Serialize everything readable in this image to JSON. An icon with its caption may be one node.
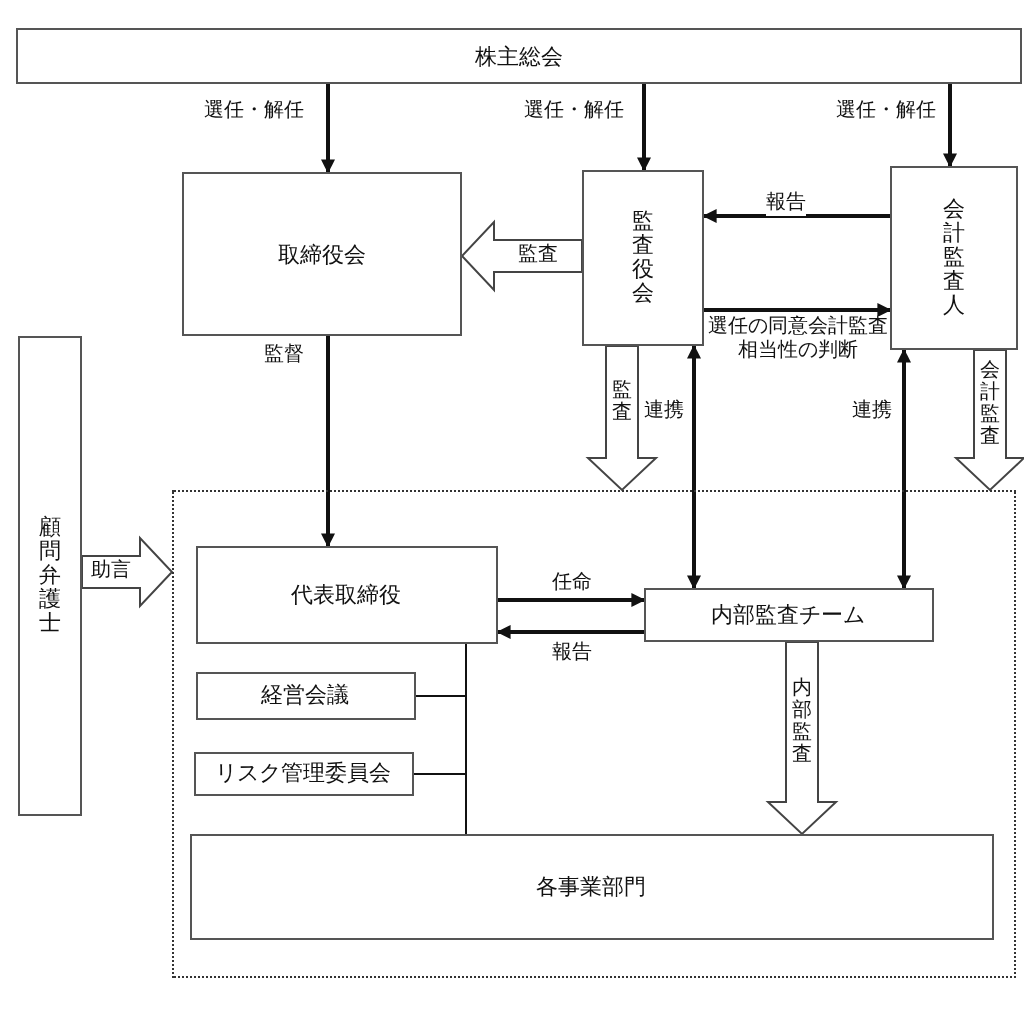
{
  "diagram": {
    "nodes": [
      {
        "text": [
          "株主総会"
        ]
      },
      {
        "text": [
          "取締役会"
        ]
      },
      {
        "text": [
          "監査役会"
        ]
      },
      {
        "text": [
          "会計監査人"
        ]
      },
      {
        "text": [
          "顧問弁護士"
        ]
      },
      {
        "text": [],
        "shape": "box"
      },
      {
        "text": [
          "代表取締役"
        ],
        "in": 5
      },
      {
        "text": [
          "内部監査チーム"
        ],
        "in": 5
      },
      {
        "text": [
          "経営会議"
        ],
        "in": 5
      },
      {
        "text": [
          "リスク管理委員会"
        ],
        "in": 5
      },
      {
        "text": [
          "各事業部門"
        ],
        "in": 5
      }
    ],
    "edges": [
      {
        "from": 0,
        "to": 1,
        "arrow": "to",
        "label": "選任・解任"
      },
      {
        "from": 0,
        "to": 2,
        "arrow": "to",
        "label": "選任・解任"
      },
      {
        "from": 0,
        "to": 3,
        "arrow": "to",
        "label": "選任・解任"
      },
      {
        "from": 3,
        "to": 2,
        "arrow": "to",
        "label": "報告"
      },
      {
        "from": 2,
        "to": 3,
        "arrow": "to",
        "label": "選任の同意会計監査相当性の判断"
      },
      {
        "from": 2,
        "to": 1,
        "arrow": "to",
        "label": "監査",
        "style": "thick"
      },
      {
        "from": 2,
        "to": 5,
        "arrow": "to",
        "label": "監査",
        "style": "thick"
      },
      {
        "from": 3,
        "to": 5,
        "arrow": "to",
        "label": "会計監査",
        "style": "thick"
      },
      {
        "from": 7,
        "to": 2,
        "arrow": "both",
        "label": "連携"
      },
      {
        "from": 7,
        "to": 3,
        "arrow": "both",
        "label": "連携"
      },
      {
        "from": 1,
        "to": 6,
        "arrow": "to",
        "label": "監督"
      },
      {
        "from": 6,
        "to": 7,
        "arrow": "to",
        "label": "任命"
      },
      {
        "from": 7,
        "to": 6,
        "arrow": "to",
        "label": "報告"
      },
      {
        "from": 4,
        "to": 5,
        "arrow": "to",
        "label": "助言",
        "style": "thick"
      },
      {
        "from": 7,
        "to": 10,
        "arrow": "to",
        "label": "内部監査",
        "style": "thick"
      },
      {
        "from": 6,
        "to": 10,
        "arrow": "none"
      },
      {
        "from": 8,
        "to": 10,
        "arrow": "none"
      },
      {
        "from": 9,
        "to": 10,
        "arrow": "none"
      }
    ]
  }
}
